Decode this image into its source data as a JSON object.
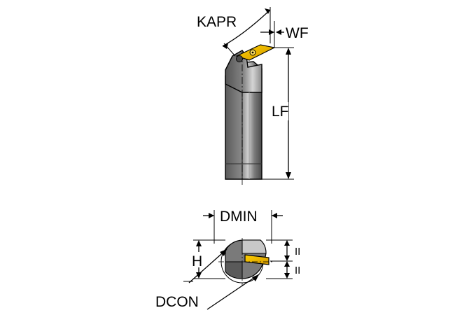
{
  "labels": {
    "kapr": "KAPR",
    "wf": "WF",
    "lf": "LF",
    "dmin": "DMIN",
    "h": "H",
    "dcon": "DCON",
    "parallel_top": "II",
    "parallel_bottom": "II"
  },
  "colors": {
    "tool_body": "#6f6f6f",
    "tool_highlight": "#c8c8c8",
    "tool_dark": "#3e3e3e",
    "insert": "#f2b800",
    "line": "#000000"
  }
}
